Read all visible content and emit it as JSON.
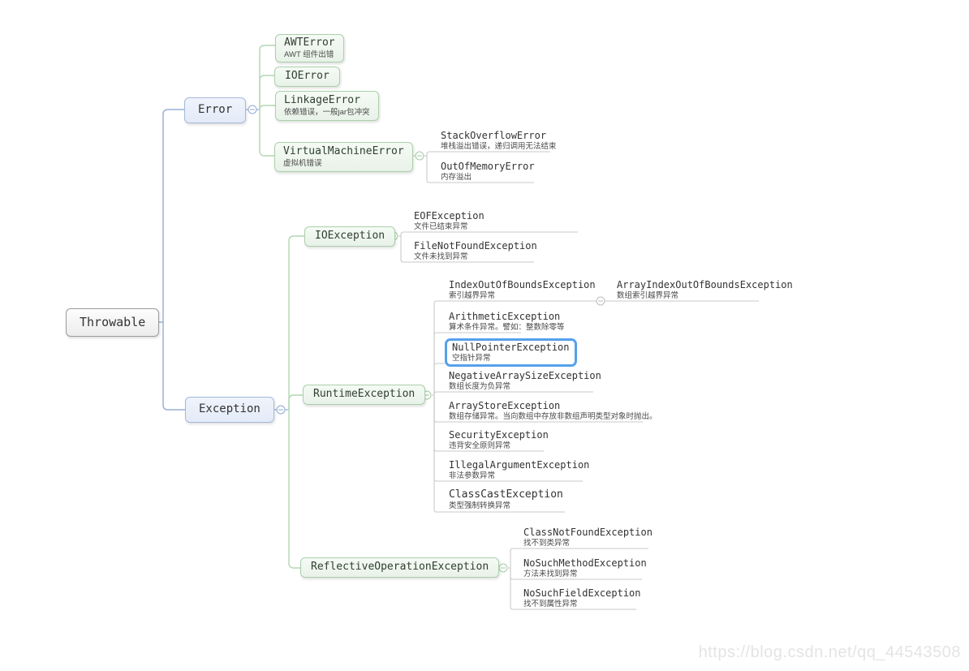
{
  "app": "mindmap-exception-hierarchy",
  "selected_node": "null_pointer_exception",
  "watermark": "https://blog.csdn.net/qq_44543508",
  "colors": {
    "root_border": "#9b9b9b",
    "level1_branch": "#9ab1d6",
    "level1_fill": "#e9effa",
    "level2_branch": "#b3d6b3",
    "level2_fill": "#edf5ed",
    "deep_branch": "#c9c9c9",
    "selection": "#55a1eb"
  },
  "nodes": {
    "throwable": {
      "title": "Throwable"
    },
    "error": {
      "title": "Error"
    },
    "exception": {
      "title": "Exception"
    },
    "awt_error": {
      "title": "AWTError",
      "desc": "AWT 组件出错"
    },
    "io_error": {
      "title": "IOError"
    },
    "linkage_error": {
      "title": "LinkageError",
      "desc": "依赖错误，一般jar包冲突"
    },
    "virtual_machine_error": {
      "title": "VirtualMachineError",
      "desc": "虚拟机错误"
    },
    "stack_overflow_error": {
      "title": "StackOverflowError",
      "desc": "堆栈溢出错误，递归调用无法结束"
    },
    "out_of_memory_error": {
      "title": "OutOfMemoryError",
      "desc": "内存溢出"
    },
    "io_exception": {
      "title": "IOException"
    },
    "eof_exception": {
      "title": "EOFException",
      "desc": "文件已结束异常"
    },
    "file_not_found_exception": {
      "title": "FileNotFoundException",
      "desc": "文件未找到异常"
    },
    "runtime_exception": {
      "title": "RuntimeException"
    },
    "index_out_of_bounds_exception": {
      "title": "IndexOutOfBoundsException",
      "desc": "索引越界异常"
    },
    "array_index_out_of_bounds_exception": {
      "title": "ArrayIndexOutOfBoundsException",
      "desc": "数组索引越界异常"
    },
    "arithmetic_exception": {
      "title": "ArithmeticException",
      "desc": "算术条件异常。譬如：整数除零等"
    },
    "null_pointer_exception": {
      "title": "NullPointerException",
      "desc": "空指针异常"
    },
    "negative_array_size_exception": {
      "title": "NegativeArraySizeException",
      "desc": "数组长度为负异常"
    },
    "array_store_exception": {
      "title": "ArrayStoreException",
      "desc": "数组存储异常。当向数组中存放非数组声明类型对象时抛出。"
    },
    "security_exception": {
      "title": "SecurityException",
      "desc": "违背安全原则异常"
    },
    "illegal_argument_exception": {
      "title": "IllegalArgumentException",
      "desc": "非法参数异常"
    },
    "class_cast_exception": {
      "title": "ClassCastException",
      "desc": "类型强制转换异常"
    },
    "reflective_operation_exception": {
      "title": "ReflectiveOperationException"
    },
    "class_not_found_exception": {
      "title": "ClassNotFoundException",
      "desc": "找不到类异常"
    },
    "no_such_method_exception": {
      "title": "NoSuchMethodException",
      "desc": "方法未找到异常"
    },
    "no_such_field_exception": {
      "title": "NoSuchFieldException",
      "desc": "找不到属性异常"
    }
  },
  "hierarchy": {
    "throwable": {
      "error": {
        "awt_error": {},
        "io_error": {},
        "linkage_error": {},
        "virtual_machine_error": {
          "stack_overflow_error": {},
          "out_of_memory_error": {}
        }
      },
      "exception": {
        "io_exception": {
          "eof_exception": {},
          "file_not_found_exception": {}
        },
        "runtime_exception": {
          "index_out_of_bounds_exception": {
            "array_index_out_of_bounds_exception": {}
          },
          "arithmetic_exception": {},
          "null_pointer_exception": {},
          "negative_array_size_exception": {},
          "array_store_exception": {},
          "security_exception": {},
          "illegal_argument_exception": {},
          "class_cast_exception": {}
        },
        "reflective_operation_exception": {
          "class_not_found_exception": {},
          "no_such_method_exception": {},
          "no_such_field_exception": {}
        }
      }
    }
  }
}
